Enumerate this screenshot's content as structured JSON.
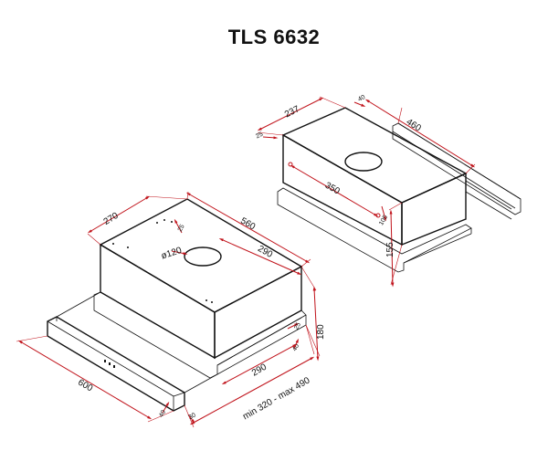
{
  "title": "TLS 6632",
  "left_view": {
    "dimensions": {
      "depth_top": "270",
      "width_top": "560",
      "offset_25": "25",
      "duct_diameter": "ø120",
      "duct_offset": "290",
      "height": "180",
      "front_width": "600",
      "depth_bottom": "290",
      "extension": "min 320 - max 490",
      "front_thickness": "40",
      "front_small": "30",
      "side_small_a": "25",
      "side_small_b": "25"
    }
  },
  "right_view": {
    "dimensions": {
      "depth_top": "237",
      "thickness_top": "40",
      "length_side": "460",
      "left_small": "25",
      "inner_length": "350",
      "inner_small": "105",
      "height": "155"
    }
  },
  "colors": {
    "dimension_line": "#c0121a",
    "outline": "#111111"
  }
}
